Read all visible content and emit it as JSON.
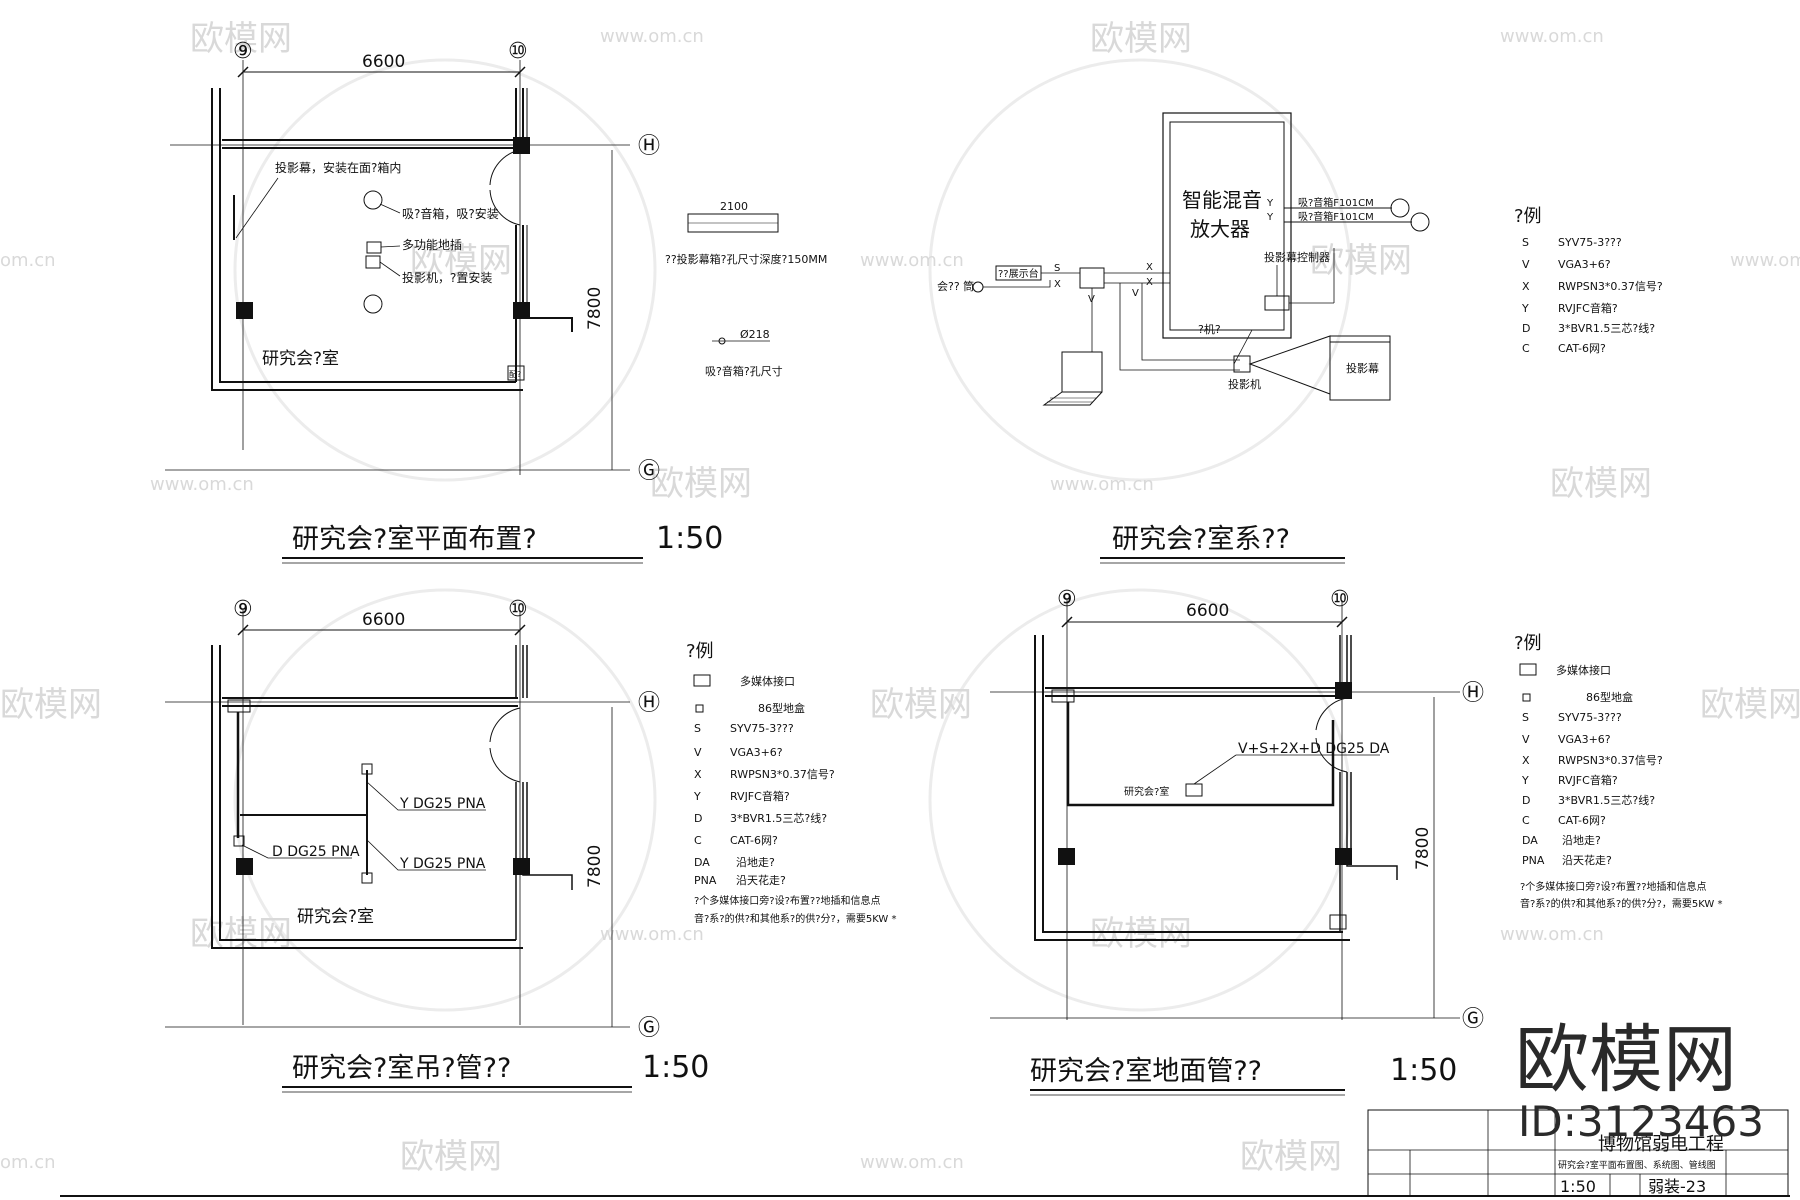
{
  "watermark": {
    "brand": "欧模网",
    "url": "www.om.cn",
    "url_short": "om.cn",
    "id": "ID:3123463"
  },
  "grid": {
    "g9": "⑨",
    "g10": "⑩",
    "gH": "Ⓗ",
    "gG": "Ⓖ",
    "width": "6600",
    "depth": "7800"
  },
  "plan": {
    "title": "研究会?室平面布置?",
    "scale": "1:50",
    "screen_note": "投影幕，安装在面?箱内",
    "speaker_note": "吸?音箱，吸?安装",
    "media_note": "多功能地插",
    "projector_note": "投影机，?置安装",
    "room": "研究会?室",
    "box_width": "2100",
    "box_note": "??投影幕箱?孔尺寸深度?150MM",
    "hole": "Ø218",
    "hole_note": "吸?音箱?孔尺寸",
    "panel": "配?"
  },
  "system": {
    "title": "研究会?室系??",
    "amp_line1": "智能混音",
    "amp_line2": "放大器",
    "out1": "吸?音箱F101CM",
    "out2": "吸?音箱F101CM",
    "controller": "投影幕控制器",
    "cabinet_note": "?机?",
    "mic": "会?? 筒",
    "display": "??展示台",
    "projector": "投影机",
    "screen": "投影幕",
    "legend_title": "?例",
    "legend": [
      {
        "code": "S",
        "desc": "SYV75-3???"
      },
      {
        "code": "V",
        "desc": "VGA3+6?"
      },
      {
        "code": "X",
        "desc": "RWPSN3*0.37信号?"
      },
      {
        "code": "Y",
        "desc": "RVJFC音箱?"
      },
      {
        "code": "D",
        "desc": "3*BVR1.5三芯?线?"
      },
      {
        "code": "C",
        "desc": "CAT-6网?"
      }
    ]
  },
  "ceiling": {
    "title": "研究会?室吊?管??",
    "scale": "1:50",
    "room": "研究会?室",
    "run1": "Y DG25 PNA",
    "run2": "D DG25 PNA",
    "run3": "Y DG25 PNA",
    "legend_title": "?例",
    "legend": [
      {
        "code": "",
        "desc": "多媒体接口"
      },
      {
        "code": "",
        "desc": "86型地盒"
      },
      {
        "code": "S",
        "desc": "SYV75-3???"
      },
      {
        "code": "V",
        "desc": "VGA3+6?"
      },
      {
        "code": "X",
        "desc": "RWPSN3*0.37信号?"
      },
      {
        "code": "Y",
        "desc": "RVJFC音箱?"
      },
      {
        "code": "D",
        "desc": "3*BVR1.5三芯?线?"
      },
      {
        "code": "C",
        "desc": "CAT-6网?"
      },
      {
        "code": "DA",
        "desc": "沿地走?"
      },
      {
        "code": "PNA",
        "desc": "沿天花走?"
      }
    ],
    "note1": "?个多媒体接口旁?设?布置??地插和信息点",
    "note2": "音?系?的供?和其他系?的供?分?，需要5KW *"
  },
  "floor": {
    "title": "研究会?室地面管??",
    "scale": "1:50",
    "room": "研究会?室",
    "run": "V+S+2X+D DG25 DA",
    "legend_title": "?例",
    "legend": [
      {
        "code": "",
        "desc": "多媒体接口"
      },
      {
        "code": "",
        "desc": "86型地盒"
      },
      {
        "code": "S",
        "desc": "SYV75-3???"
      },
      {
        "code": "V",
        "desc": "VGA3+6?"
      },
      {
        "code": "X",
        "desc": "RWPSN3*0.37信号?"
      },
      {
        "code": "Y",
        "desc": "RVJFC音箱?"
      },
      {
        "code": "D",
        "desc": "3*BVR1.5三芯?线?"
      },
      {
        "code": "C",
        "desc": "CAT-6网?"
      },
      {
        "code": "DA",
        "desc": "沿地走?"
      },
      {
        "code": "PNA",
        "desc": "沿天花走?"
      }
    ],
    "note1": "?个多媒体接口旁?设?布置??地插和信息点",
    "note2": "音?系?的供?和其他系?的供?分?，需要5KW *"
  },
  "titleblock": {
    "project": "博物馆弱电工程",
    "subtitle": "研究会?室平面布置图、系统图、管线图",
    "scale": "1:50",
    "sheet": "弱装-23"
  }
}
